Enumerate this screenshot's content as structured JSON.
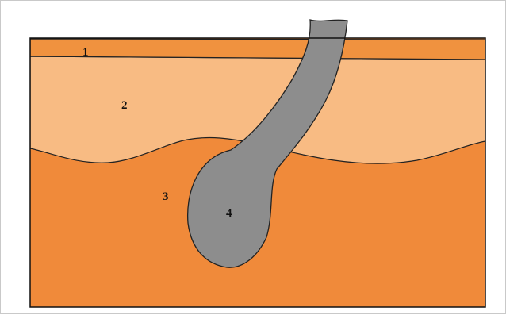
{
  "diagram": {
    "labels": {
      "layer_1": "1",
      "layer_2": "2",
      "layer_3": "3",
      "structure_4": "4"
    },
    "colors": {
      "layer_1": "#f0923f",
      "layer_2": "#f8bb83",
      "layer_3": "#f08a3a",
      "structure_4": "#8d8d8d",
      "outline": "#222222"
    }
  }
}
